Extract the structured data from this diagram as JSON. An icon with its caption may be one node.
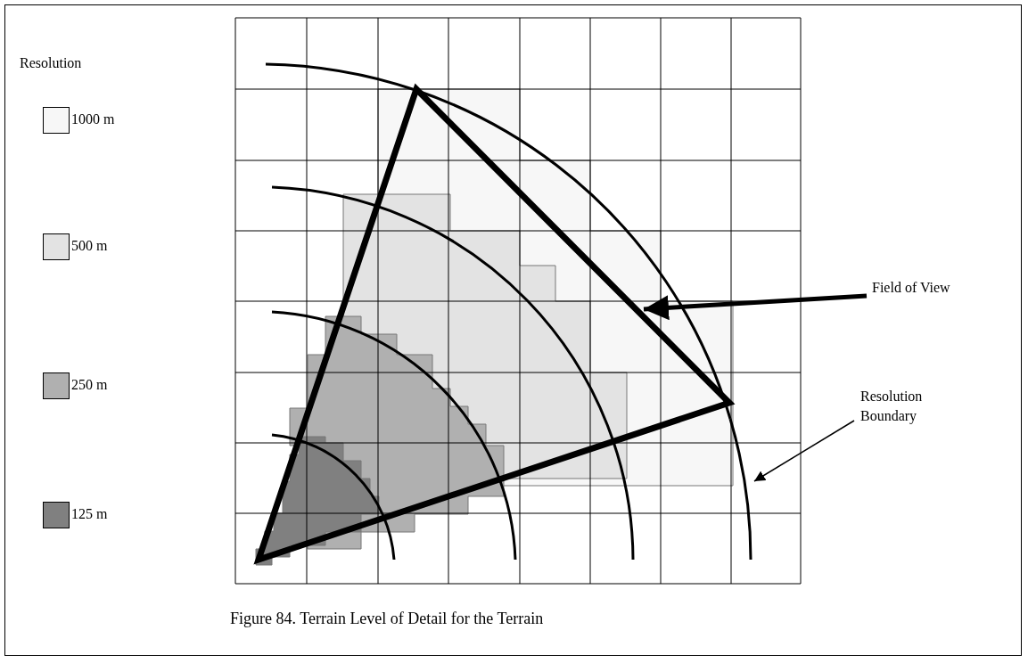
{
  "diagram": {
    "caption": "Figure 84. Terrain Level of Detail for the Terrain",
    "nodes": [
      {
        "text": [
          "Field of View"
        ]
      },
      {
        "text": [],
        "shape": "triangle"
      },
      {
        "text": [
          "Resolution Boundary"
        ]
      },
      {
        "text": [],
        "shape": "arc"
      }
    ],
    "edges": [
      {
        "from": 0,
        "to": 1,
        "arrow": "to",
        "style": "thick"
      },
      {
        "from": 2,
        "to": 3,
        "arrow": "to"
      }
    ],
    "labels": [
      "Resolution"
    ],
    "legend": [
      {
        "text": "1000 m",
        "color": "#f7f7f7"
      },
      {
        "text": "500 m",
        "color": "#e3e3e3"
      },
      {
        "text": "250 m",
        "color": "#b0b0b0"
      },
      {
        "text": "125 m",
        "color": "#808080"
      }
    ]
  }
}
